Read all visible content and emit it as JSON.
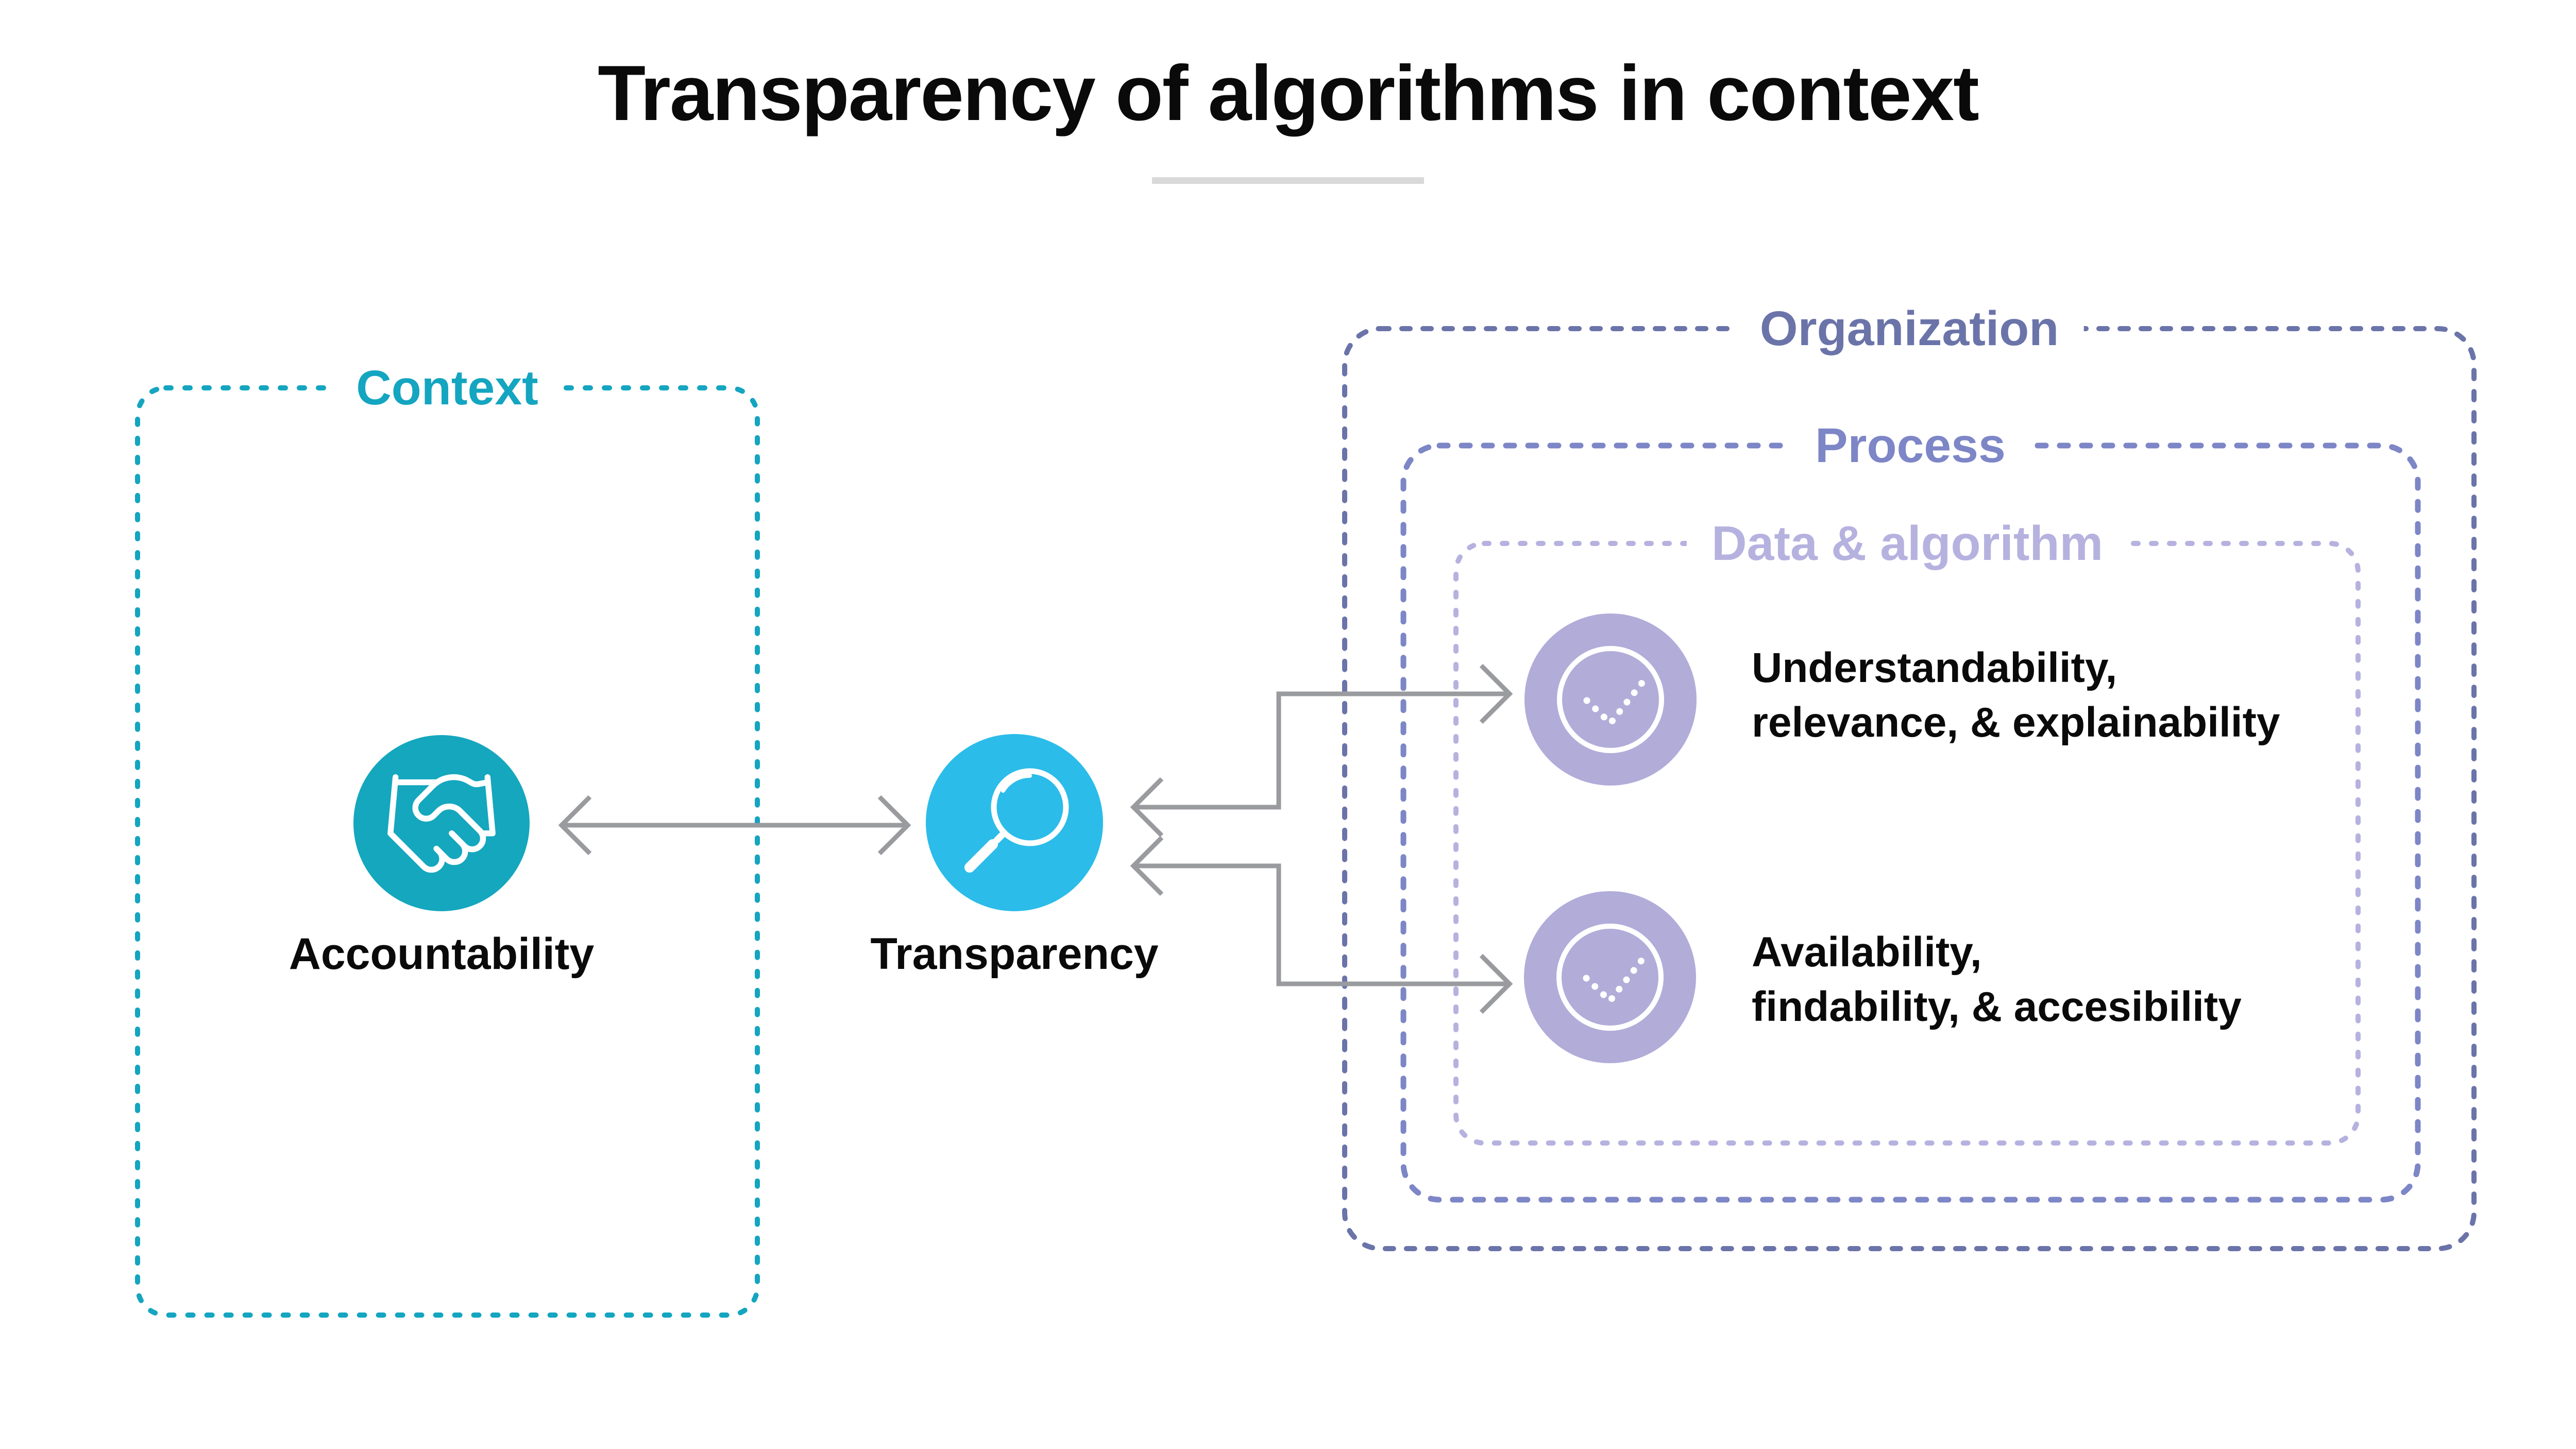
{
  "title": "Transparency of algorithms in context",
  "context_box": {
    "label": "Context",
    "node": {
      "label": "Accountability",
      "icon": "handshake-icon"
    }
  },
  "center_node": {
    "label": "Transparency",
    "icon": "magnifying-glass-icon"
  },
  "organization_box": {
    "label": "Organization"
  },
  "process_box": {
    "label": "Process"
  },
  "data_algorithm_box": {
    "label": "Data & algorithm",
    "items": [
      {
        "icon": "check-icon",
        "line1": "Understandability,",
        "line2": "relevance, & explainability"
      },
      {
        "icon": "check-icon",
        "line1": "Availability,",
        "line2": "findability, & accesibility"
      }
    ]
  },
  "colors": {
    "title_text": "#0a0a0a",
    "divider_gray": "#d9d9d9",
    "context_teal": "#14a5c0",
    "accountability_circle": "#14a7be",
    "transparency_circle": "#2bbce9",
    "organization_purple": "#6b74a9",
    "process_purple": "#7d86c6",
    "data_lavender": "#b6b2df",
    "check_circle_fill": "#b2acd9",
    "arrow_gray": "#999b9e",
    "icon_stroke": "#ffffff"
  }
}
